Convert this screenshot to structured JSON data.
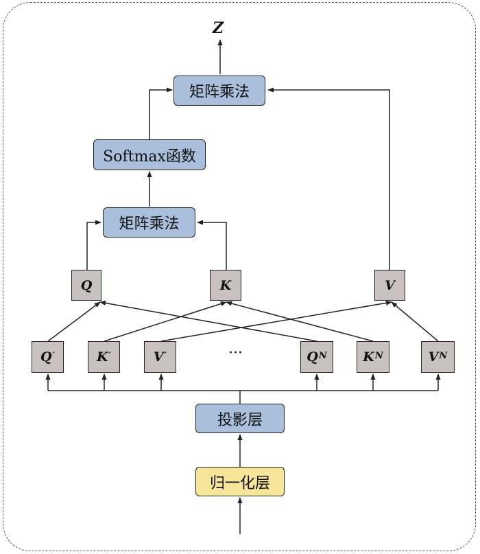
{
  "output_label": "Z",
  "nodes": {
    "matmul_top": "矩阵乘法",
    "softmax": "Softmax函数",
    "matmul_bottom": "矩阵乘法",
    "projection": "投影层",
    "norm": "归一化层"
  },
  "qkv": [
    "Q",
    "K",
    "V"
  ],
  "heads": [
    {
      "base": "Q",
      "sup": "′"
    },
    {
      "base": "K",
      "sup": "′"
    },
    {
      "base": "V",
      "sup": "′"
    },
    {
      "base": "Q",
      "sup": "N"
    },
    {
      "base": "K",
      "sup": "N"
    },
    {
      "base": "V",
      "sup": "N"
    }
  ],
  "ellipsis": "···",
  "colors": {
    "blue_box": "#a9bfdc",
    "yellow_box": "#f7e59a",
    "gray_box": "#c9c1bf"
  }
}
